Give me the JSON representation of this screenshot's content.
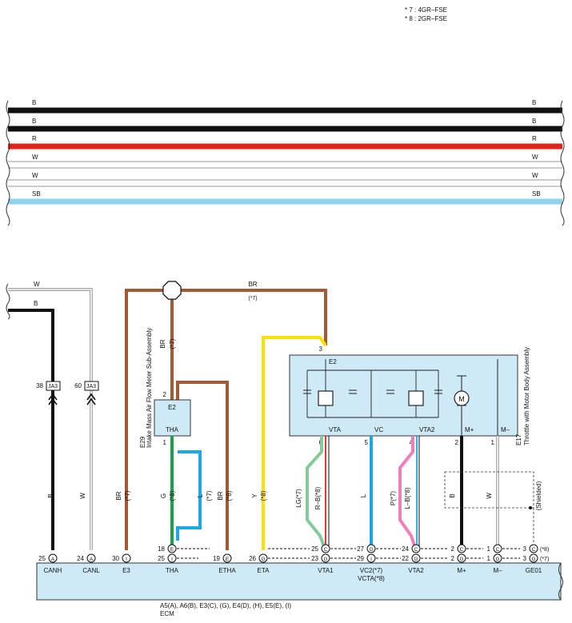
{
  "legend": [
    "* 7 : 4GR–FSE",
    "* 8 : 2GR–FSE"
  ],
  "bus_wires": [
    {
      "label": "B",
      "color": "#111111"
    },
    {
      "label": "B",
      "color": "#111111"
    },
    {
      "label": "R",
      "color": "#e2231a"
    },
    {
      "label": "W",
      "color": "#ffffff"
    },
    {
      "label": "W",
      "color": "#ffffff"
    },
    {
      "label": "SB",
      "color": "#8fd3f0"
    }
  ],
  "colors": {
    "B": "#111111",
    "R": "#e2231a",
    "W": "#ffffff",
    "SB": "#8fd3f0",
    "BR": "#a45a34",
    "G": "#16a34a",
    "L": "#1ea7e8",
    "Y": "#ffe000",
    "LG": "#86c99a",
    "P": "#ef7fbc",
    "component_fill": "#cfeaf7"
  },
  "top_wires": {
    "w": "W",
    "b": "B",
    "br": "BR",
    "br_note": "(*7)"
  },
  "ja3": {
    "a": {
      "pin": "38",
      "label": "JA3"
    },
    "b": {
      "pin": "60",
      "label": "JA3"
    }
  },
  "wire_labels": [
    {
      "t": "B"
    },
    {
      "t": "W"
    },
    {
      "t": "BR"
    },
    {
      "t": "(*7)"
    },
    {
      "t": "G"
    },
    {
      "t": "(*8)"
    },
    {
      "t": "L"
    },
    {
      "t": "(*7)"
    },
    {
      "t": "BR"
    },
    {
      "t": "(*8)"
    },
    {
      "t": "Y"
    },
    {
      "t": "(*8)"
    },
    {
      "t": "LG(*7)"
    },
    {
      "t": "R–B(*8)"
    },
    {
      "t": "L"
    },
    {
      "t": "P(*7)"
    },
    {
      "t": "L–B(*8)"
    },
    {
      "t": "B"
    },
    {
      "t": "W"
    },
    {
      "t": "(Shielded)"
    },
    {
      "t": "BR"
    },
    {
      "t": "(*7)"
    }
  ],
  "e29": {
    "code": "E29",
    "name": "Intake Mass Air Flow Meter Sub-Assembly",
    "pin_e2": "E2",
    "pin_tha": "THA",
    "pin2": "2",
    "pin1": "1"
  },
  "e17": {
    "code": "E17",
    "name": "Throttle with Motor Body Assembly",
    "e2": "E2",
    "pin3": "3",
    "pins": [
      {
        "label": "VTA",
        "num": "6"
      },
      {
        "label": "VC",
        "num": "5"
      },
      {
        "label": "VTA2",
        "num": "4"
      },
      {
        "label": "M+",
        "num": "2"
      },
      {
        "label": "M–",
        "num": "1"
      }
    ],
    "motor": "M"
  },
  "ecm": {
    "connectors_text": "A5(A), A6(B), E3(C), (G), E4(D), (H), E5(E), (I)",
    "name": "ECM",
    "pins": [
      {
        "label": "CANH",
        "rows": [
          {
            "num": "25",
            "conn": "A"
          }
        ]
      },
      {
        "label": "CANL",
        "rows": [
          {
            "num": "24",
            "conn": "A"
          }
        ]
      },
      {
        "label": "E3",
        "rows": [
          {
            "num": "30",
            "conn": "I"
          }
        ]
      },
      {
        "label": "THA",
        "rows": [
          {
            "num": "18",
            "conn": "E"
          },
          {
            "num": "25",
            "conn": "I"
          }
        ]
      },
      {
        "label": "ETHA",
        "rows": [
          {
            "num": "19",
            "conn": "E"
          }
        ]
      },
      {
        "label": "ETA",
        "rows": [
          {
            "num": "26",
            "conn": "G"
          }
        ]
      },
      {
        "label": "VTA1",
        "rows": [
          {
            "num": "25",
            "conn": "C"
          },
          {
            "num": "23",
            "conn": "G"
          }
        ]
      },
      {
        "label": "VC2(*7)",
        "label2": "VCTA(*8)",
        "rows": [
          {
            "num": "27",
            "conn": "G"
          },
          {
            "num": "29",
            "conn": "I"
          }
        ]
      },
      {
        "label": "VTA2",
        "rows": [
          {
            "num": "24",
            "conn": "C"
          },
          {
            "num": "22",
            "conn": "G"
          }
        ]
      },
      {
        "label": "M+",
        "rows": [
          {
            "num": "2",
            "conn": "C"
          },
          {
            "num": "2",
            "conn": "G"
          }
        ]
      },
      {
        "label": "M–",
        "rows": [
          {
            "num": "1",
            "conn": "C"
          },
          {
            "num": "1",
            "conn": "G"
          }
        ]
      },
      {
        "label": "GE01",
        "rows": [
          {
            "num": "3",
            "conn": "C",
            "note": "(*8)"
          },
          {
            "num": "3",
            "conn": "G",
            "note": "(*7)"
          }
        ]
      }
    ]
  }
}
